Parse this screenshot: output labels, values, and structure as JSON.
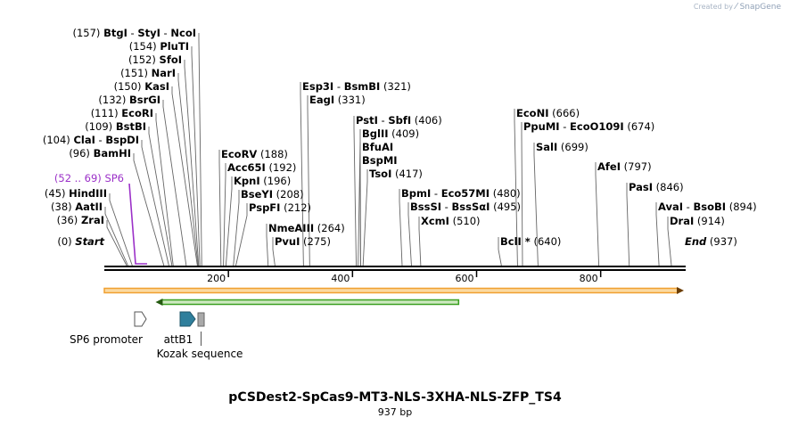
{
  "app": {
    "watermark_prefix": "Created by",
    "watermark_brand": "SnapGene"
  },
  "map": {
    "title": "pCSDest2-SpCas9-MT3-NLS-3XHA-NLS-ZFP_TS4",
    "length_label": "937 bp",
    "total_bp": 937
  },
  "colors": {
    "backbone": "#000000",
    "primer": "#9b30c8",
    "orange_feature": "#f0a030",
    "orange_feature_fill": "#fbd9a0",
    "green_feature": "#3aa020",
    "green_feature_fill": "#cde8bf",
    "attB1": "#2f7f9c",
    "kozak": "#a9a9a9"
  },
  "ruler_ticks": [
    {
      "bp": 200,
      "label": "200"
    },
    {
      "bp": 400,
      "label": "400"
    },
    {
      "bp": 600,
      "label": "600"
    },
    {
      "bp": 800,
      "label": "800"
    }
  ],
  "sites_left": [
    {
      "pos_label": "(157)",
      "names": [
        "BtgI",
        "StyI",
        "NcoI"
      ],
      "bp": 157
    },
    {
      "pos_label": "(154)",
      "names": [
        "PluTI"
      ],
      "bp": 154
    },
    {
      "pos_label": "(152)",
      "names": [
        "SfoI"
      ],
      "bp": 152
    },
    {
      "pos_label": "(151)",
      "names": [
        "NarI"
      ],
      "bp": 151
    },
    {
      "pos_label": "(150)",
      "names": [
        "KasI"
      ],
      "bp": 150
    },
    {
      "pos_label": "(132)",
      "names": [
        "BsrGI"
      ],
      "bp": 132
    },
    {
      "pos_label": "(111)",
      "names": [
        "EcoRI"
      ],
      "bp": 111
    },
    {
      "pos_label": "(109)",
      "names": [
        "BstBI"
      ],
      "bp": 109
    },
    {
      "pos_label": "(104)",
      "names": [
        "ClaI",
        "BspDI"
      ],
      "bp": 104
    },
    {
      "pos_label": "(96)",
      "names": [
        "BamHI"
      ],
      "bp": 96
    },
    {
      "pos_label": "(45)",
      "names": [
        "HindIII"
      ],
      "bp": 45
    },
    {
      "pos_label": "(38)",
      "names": [
        "AatII"
      ],
      "bp": 38
    },
    {
      "pos_label": "(36)",
      "names": [
        "ZraI"
      ],
      "bp": 36
    },
    {
      "pos_label": "(0)",
      "names": [
        "Start"
      ],
      "bp": 0,
      "italic": true
    }
  ],
  "sites_right": [
    {
      "names": [
        "EcoRV"
      ],
      "pos_label": "(188)",
      "bp": 188
    },
    {
      "names": [
        "Acc65I"
      ],
      "pos_label": "(192)",
      "bp": 192
    },
    {
      "names": [
        "KpnI"
      ],
      "pos_label": "(196)",
      "bp": 196
    },
    {
      "names": [
        "BseYI"
      ],
      "pos_label": "(208)",
      "bp": 208
    },
    {
      "names": [
        "PspFI"
      ],
      "pos_label": "(212)",
      "bp": 212
    },
    {
      "names": [
        "NmeAIII"
      ],
      "pos_label": "(264)",
      "bp": 264
    },
    {
      "names": [
        "PvuI"
      ],
      "pos_label": "(275)",
      "bp": 275
    },
    {
      "names": [
        "Esp3I",
        "BsmBI"
      ],
      "pos_label": "(321)",
      "bp": 321
    },
    {
      "names": [
        "EagI"
      ],
      "pos_label": "(331)",
      "bp": 331
    },
    {
      "names": [
        "PstI",
        "SbfI"
      ],
      "pos_label": "(406)",
      "bp": 406
    },
    {
      "names": [
        "BglII"
      ],
      "pos_label": "(409)",
      "bp": 409
    },
    {
      "names": [
        "BfuAI"
      ],
      "pos_label": "",
      "bp": 413
    },
    {
      "names": [
        "BspMI"
      ],
      "pos_label": "",
      "bp": 413
    },
    {
      "names": [
        "TsoI"
      ],
      "pos_label": "(417)",
      "bp": 417
    },
    {
      "names": [
        "BpmI",
        "Eco57MI"
      ],
      "pos_label": "(480)",
      "bp": 480
    },
    {
      "names": [
        "BssSI",
        "BssSαI"
      ],
      "pos_label": "(495)",
      "bp": 495
    },
    {
      "names": [
        "XcmI"
      ],
      "pos_label": "(510)",
      "bp": 510
    },
    {
      "names": [
        "BclI *"
      ],
      "pos_label": "(640)",
      "bp": 640
    },
    {
      "names": [
        "EcoNI"
      ],
      "pos_label": "(666)",
      "bp": 666
    },
    {
      "names": [
        "PpuMI",
        "EcoO109I"
      ],
      "pos_label": "(674)",
      "bp": 674
    },
    {
      "names": [
        "SalI"
      ],
      "pos_label": "(699)",
      "bp": 699
    },
    {
      "names": [
        "AfeI"
      ],
      "pos_label": "(797)",
      "bp": 797
    },
    {
      "names": [
        "PasI"
      ],
      "pos_label": "(846)",
      "bp": 846
    },
    {
      "names": [
        "AvaI",
        "BsoBI"
      ],
      "pos_label": "(894)",
      "bp": 894
    },
    {
      "names": [
        "DraI"
      ],
      "pos_label": "(914)",
      "bp": 914
    },
    {
      "names": [
        "End"
      ],
      "pos_label": "(937)",
      "bp": 937,
      "italic": true
    }
  ],
  "primer": {
    "name": "SP6",
    "pos_label": "(52 .. 69)",
    "start": 52,
    "end": 69
  },
  "features": [
    {
      "name": "SP6 promoter",
      "start": 52,
      "end": 69,
      "kind": "promoter",
      "strand": "forward"
    },
    {
      "name": "attB1",
      "start": 123,
      "end": 147,
      "kind": "protein_bind",
      "strand": "forward"
    },
    {
      "name": "Kozak sequence",
      "start": 153,
      "end": 162,
      "kind": "misc"
    },
    {
      "name": "",
      "start": 1,
      "end": 937,
      "kind": "orange_arrow",
      "strand": "forward"
    },
    {
      "name": "",
      "start": 84,
      "end": 571,
      "kind": "green_arrow",
      "strand": "reverse"
    }
  ]
}
